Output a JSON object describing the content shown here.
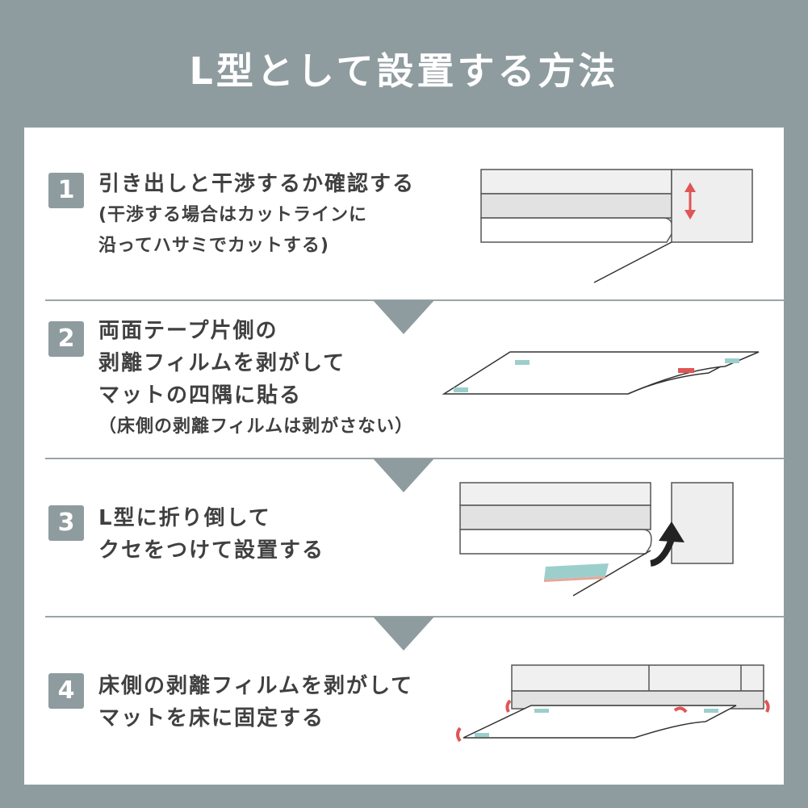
{
  "title": "L型として設置する方法",
  "steps": [
    {
      "number": "1",
      "lines": [
        "引き出しと干渉するか確認する",
        "(干渉する場合はカットラインに",
        "沿ってハサミでカットする)"
      ],
      "illustration_icon": "drawer-gap-icon"
    },
    {
      "number": "2",
      "lines": [
        "両面テープ片側の",
        "剥離フィルムを剥がして",
        "マットの四隅に貼る",
        "（床側の剥離フィルムは剥がさない）"
      ],
      "illustration_icon": "mat-tape-icon"
    },
    {
      "number": "3",
      "lines": [
        "L型に折り倒して",
        "クセをつけて設置する"
      ],
      "illustration_icon": "fold-mat-icon"
    },
    {
      "number": "4",
      "lines": [
        "床側の剥離フィルムを剥がして",
        "マットを床に固定する"
      ],
      "illustration_icon": "fix-mat-icon"
    }
  ],
  "colors": {
    "background": "#8f9c9f",
    "panel": "#ffffff",
    "accent_red": "#e05555",
    "tape_teal": "#9ccfcc",
    "text": "#404040"
  }
}
